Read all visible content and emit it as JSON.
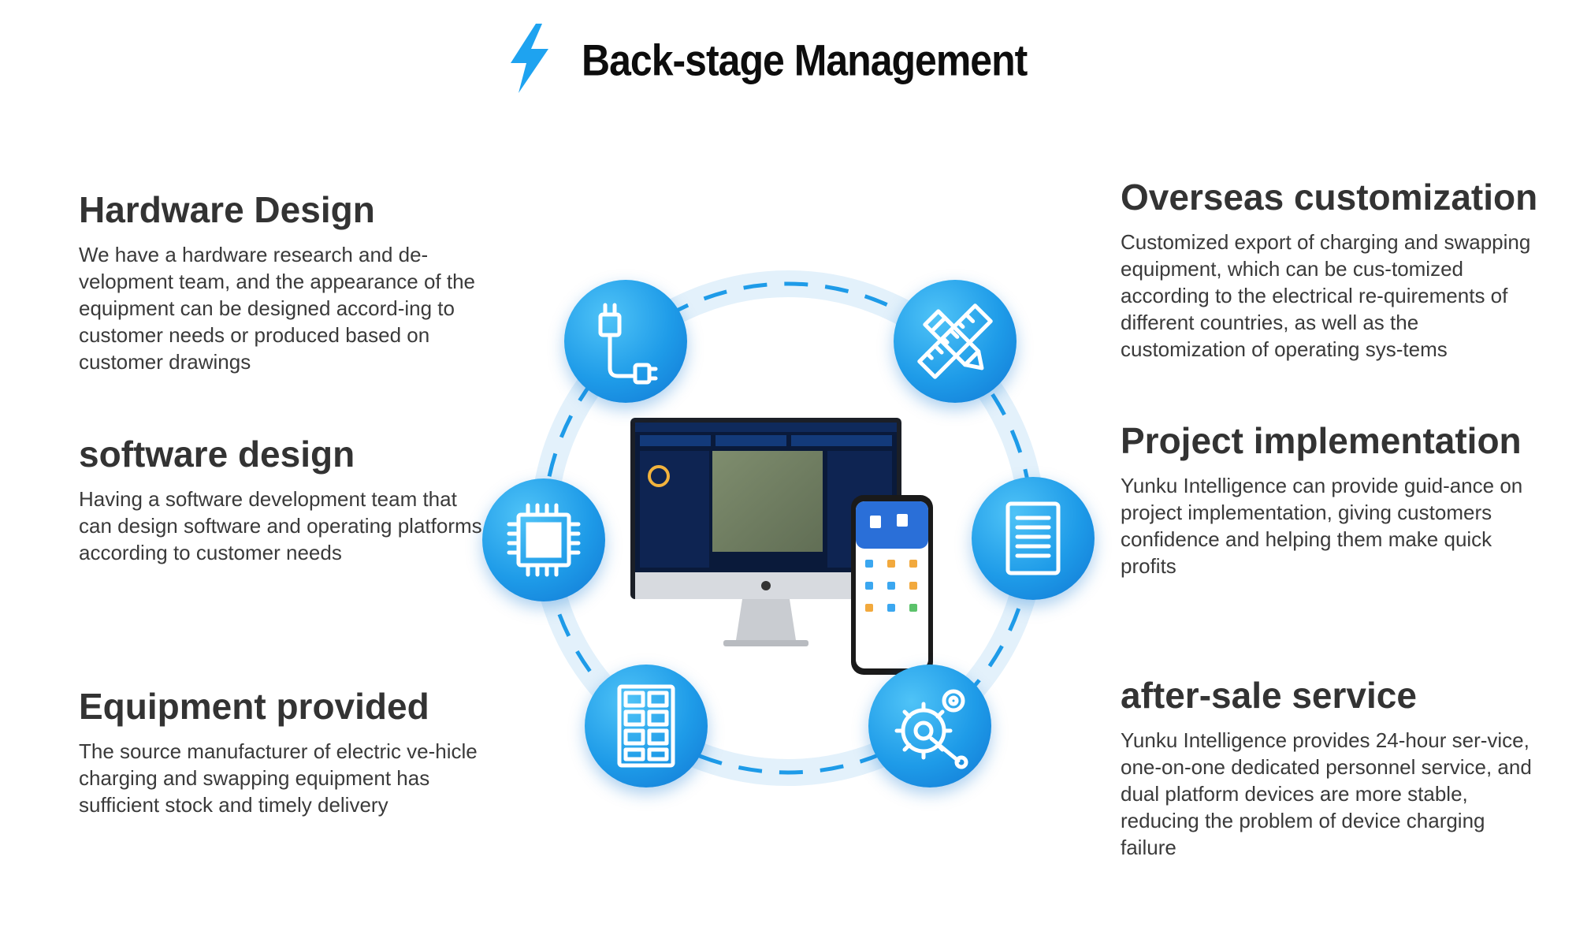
{
  "header": {
    "title": "Back-stage Management",
    "icon": "lightning-bolt-icon"
  },
  "features": {
    "hardware": {
      "title": "Hardware Design",
      "description": "We have a hardware research and de-velopment team, and the appearance of the equipment can be designed accord-ing to customer needs or produced based on customer drawings"
    },
    "software": {
      "title": "software design",
      "description": "Having a software development team that can design software and operating platforms according to customer needs"
    },
    "equipment": {
      "title": "Equipment provided",
      "description": "The source manufacturer of electric ve-hicle charging and swapping equipment has sufficient stock and timely delivery"
    },
    "overseas": {
      "title": "Overseas customization",
      "description": "Customized export of charging and swapping equipment, which can be cus-tomized according to the electrical re-quirements of different countries, as well as the customization of operating sys-tems"
    },
    "project": {
      "title": "Project implementation",
      "description": "Yunku Intelligence can provide guid-ance on project implementation, giving customers confidence and helping them make quick profits"
    },
    "aftersale": {
      "title": "after-sale service",
      "description": "Yunku Intelligence provides 24-hour ser-vice, one-on-one dedicated personnel service, and dual platform devices are more stable, reducing the problem of device charging failure"
    }
  },
  "icons": [
    "charger-plug-icon",
    "ruler-pencil-icon",
    "chip-icon",
    "document-icon",
    "cabinet-grid-icon",
    "gear-wrench-icon"
  ],
  "colors": {
    "accent": "#1e9be8",
    "ring": "#e3f1fb",
    "dash": "#1e9be8",
    "text": "#333333"
  }
}
